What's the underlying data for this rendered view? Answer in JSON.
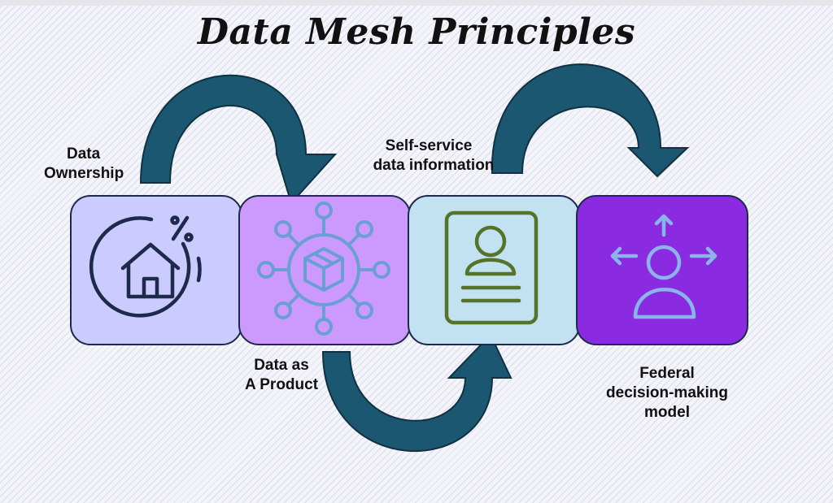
{
  "title": "Data Mesh Principles",
  "colors": {
    "arrow": "#1b5770",
    "arrow_outline": "#0f3243",
    "box_outline": "#1e2a4a"
  },
  "principles": [
    {
      "lines": [
        "Data",
        "Ownership"
      ],
      "icon": "house-percent-icon",
      "fill": "#cbcbff",
      "icon_color": "#1e2a4a"
    },
    {
      "lines": [
        "Data as",
        "A Product"
      ],
      "icon": "product-network-icon",
      "fill": "#cc99ff",
      "icon_color": "#6a9fd4"
    },
    {
      "lines": [
        "Self-service",
        "data information"
      ],
      "icon": "profile-card-icon",
      "fill": "#c2e2f2",
      "icon_color": "#56732a"
    },
    {
      "lines": [
        "Federal",
        "decision-making",
        "model"
      ],
      "icon": "person-arrows-icon",
      "fill": "#8a2be2",
      "icon_color": "#8ab5ea"
    }
  ]
}
